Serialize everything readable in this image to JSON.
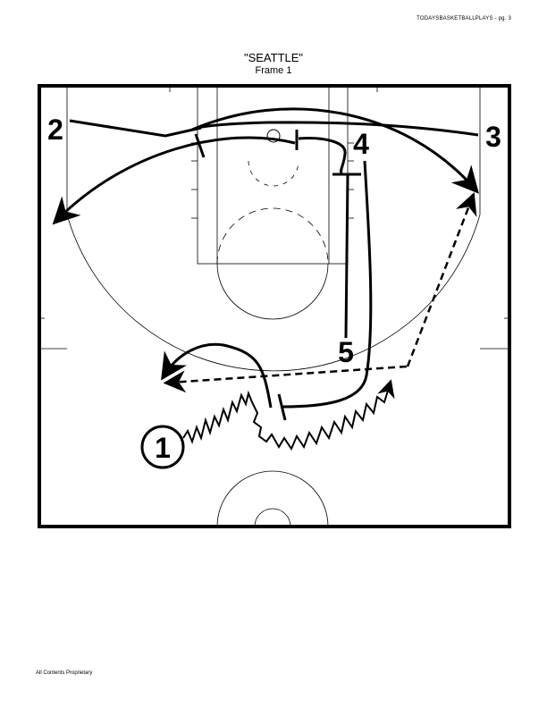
{
  "header": {
    "site_page": "TODAYSBASKETBALLPLAYS  -  pg.  3"
  },
  "play": {
    "name": "\"SEATTLE\"",
    "frame": "Frame  1"
  },
  "players": [
    {
      "id": "player-1",
      "label": "1"
    },
    {
      "id": "player-2",
      "label": "2"
    },
    {
      "id": "player-3",
      "label": "3"
    },
    {
      "id": "player-4",
      "label": "4"
    },
    {
      "id": "player-5",
      "label": "5"
    }
  ],
  "footer": {
    "note": "All  Contents  Proprietary"
  }
}
